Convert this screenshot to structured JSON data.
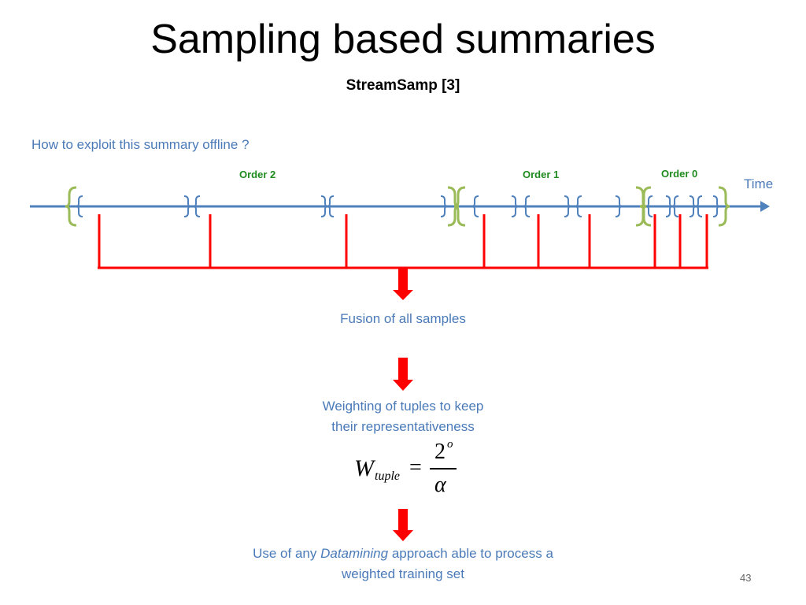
{
  "slide": {
    "title": "Sampling based summaries",
    "subtitle": "StreamSamp [3]",
    "question": "How to exploit this summary offline ?",
    "page_number": "43"
  },
  "timeline": {
    "axis_label": "Time",
    "order_labels": [
      "Order 2",
      "Order 1",
      "Order 0"
    ],
    "colors": {
      "axis": "#4f81bd",
      "order_bracket": "#9bbb59",
      "sample_bracket": "#4f81bd",
      "fusion": "#ff0000",
      "order_text": "#1e8a1e"
    }
  },
  "steps": {
    "fusion": "Fusion of all samples",
    "weighting_line1": "Weighting of tuples to keep",
    "weighting_line2": "their representativeness",
    "final_prefix": "Use of any ",
    "final_italic": "Datamining",
    "final_suffix": " approach able to process a",
    "final_line2": "weighted training set"
  },
  "formula": {
    "lhs": "W",
    "lhs_subscript": "tuple",
    "equals": "=",
    "numerator": "2",
    "numerator_superscript": "o",
    "denominator": "α"
  }
}
